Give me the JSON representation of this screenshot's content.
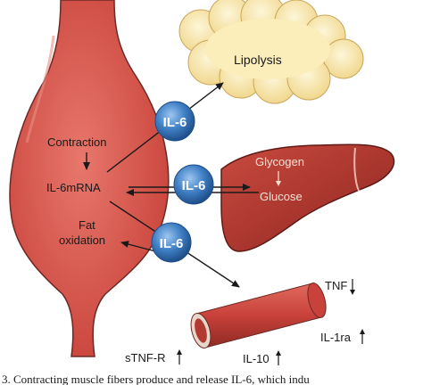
{
  "labels": {
    "lipolysis": "Lipolysis",
    "contraction": "Contraction",
    "il6mrna": "IL-6mRNA",
    "fat": "Fat",
    "oxidation": "oxidation",
    "glycogen": "Glycogen",
    "glucose": "Glucose",
    "tnf": "TNF",
    "il1ra": "IL-1ra",
    "il10": "IL-10",
    "stnfr": "sTNF-R"
  },
  "badges": [
    "IL-6",
    "IL-6",
    "IL-6"
  ],
  "caption": "3. Contracting muscle fibers produce and release IL-6, which indu",
  "colors": {
    "muscle": "#d9534a",
    "fat_tissue": "#f6e3a3",
    "liver": "#b3322b",
    "vessel": "#c8413a",
    "badge": "#3f7fc4",
    "arrow": "#1a1a1a"
  }
}
